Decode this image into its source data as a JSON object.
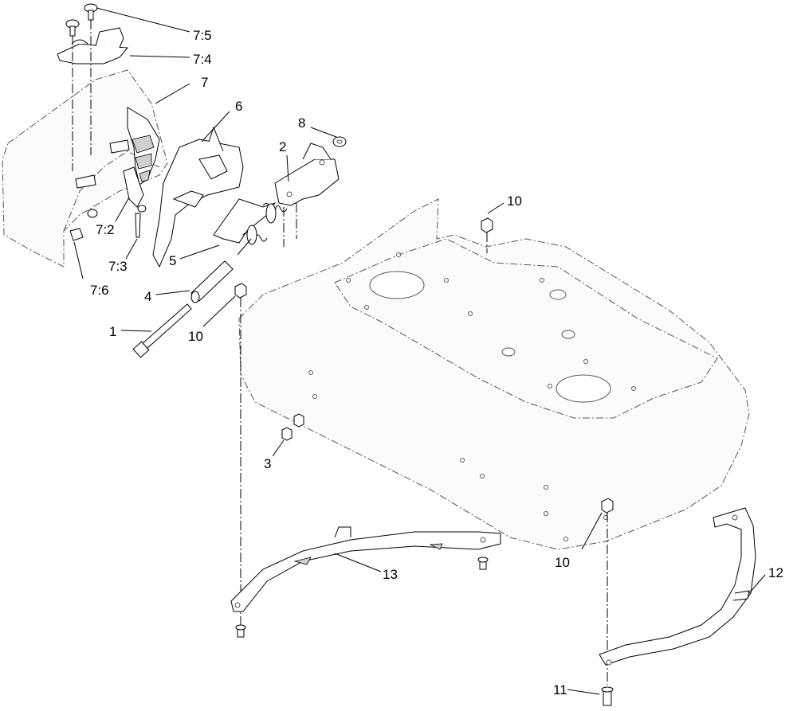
{
  "callouts": {
    "c75": "7:5",
    "c74": "7:4",
    "c7": "7",
    "c6": "6",
    "c8": "8",
    "c2": "2",
    "c10a": "10",
    "c72": "7:2",
    "c73": "7:3",
    "c5": "5",
    "c76": "7:6",
    "c4": "4",
    "c1": "1",
    "c10b": "10",
    "c3": "3",
    "c10c": "10",
    "c13": "13",
    "c12": "12",
    "c11": "11"
  }
}
